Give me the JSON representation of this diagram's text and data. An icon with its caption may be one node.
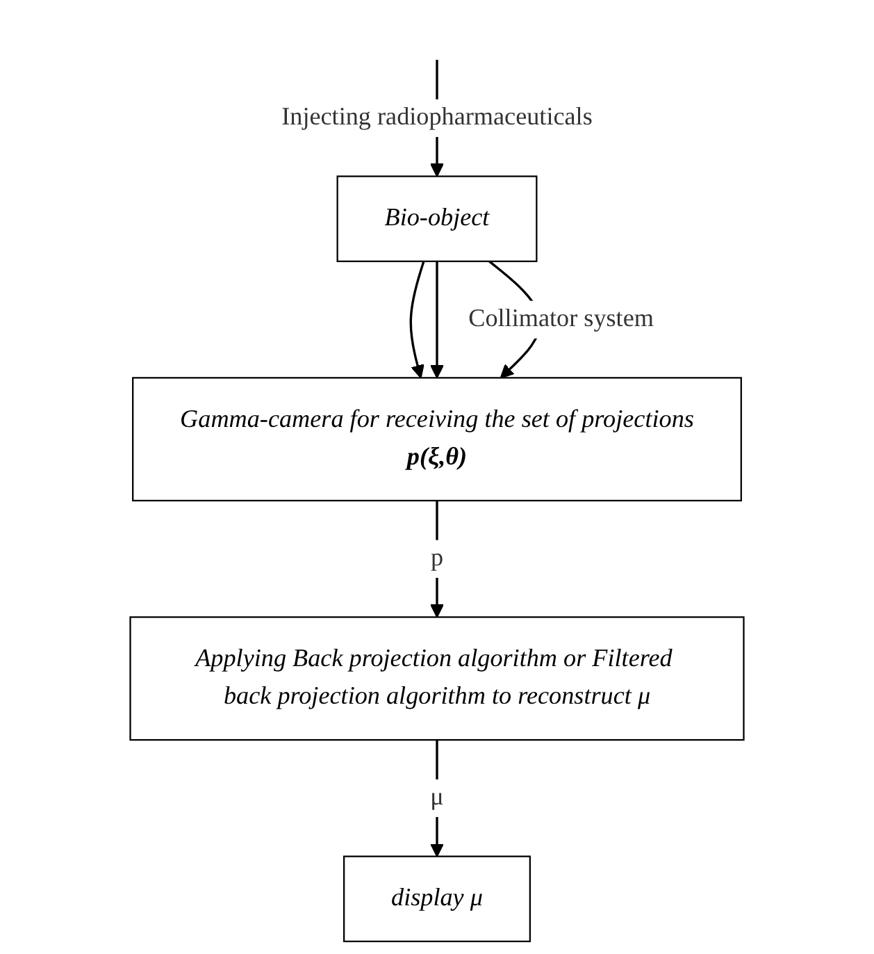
{
  "diagram": {
    "nodes": [
      {
        "text": [
          "Bio-object"
        ]
      },
      {
        "text": [
          "Gamma-camera for receiving the set of projections",
          "p(ξ,θ)"
        ]
      },
      {
        "text": [
          "Applying Back projection algorithm or Filtered back projection algorithm to reconstruct μ"
        ]
      },
      {
        "text": [
          "display μ"
        ]
      }
    ],
    "edges": [
      {
        "from": null,
        "to": 0,
        "arrow": "to",
        "label": "Injecting radiopharmaceuticals"
      },
      {
        "from": 0,
        "to": 1,
        "arrow": "to"
      },
      {
        "from": 0,
        "to": 1,
        "arrow": "to"
      },
      {
        "from": 0,
        "to": 1,
        "arrow": "to",
        "label": "Collimator system"
      },
      {
        "from": 1,
        "to": 2,
        "arrow": "to",
        "label": "p"
      },
      {
        "from": 2,
        "to": 3,
        "arrow": "to",
        "label": "μ"
      }
    ]
  }
}
